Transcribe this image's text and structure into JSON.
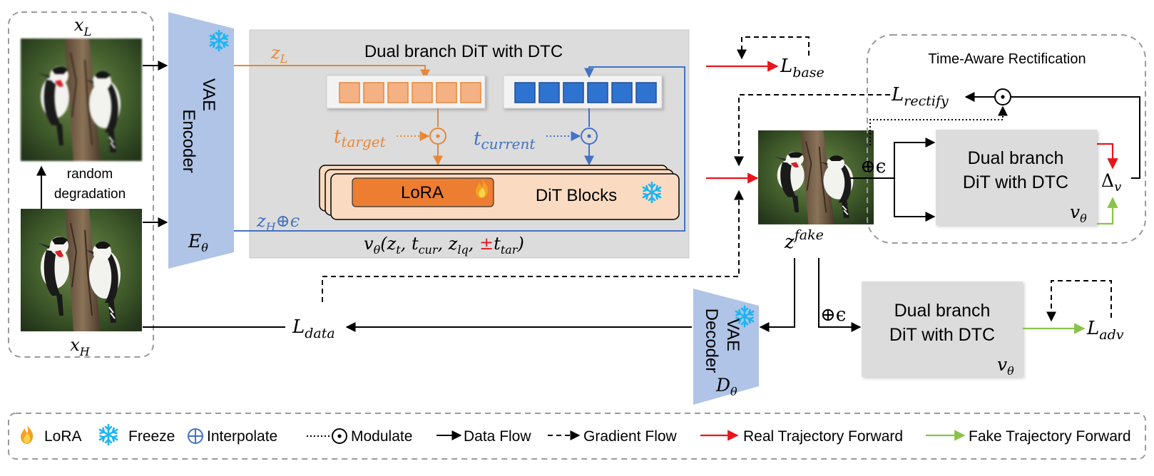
{
  "images": {
    "low_quality_label": "x",
    "low_quality_sub": "L",
    "high_quality_label": "x",
    "high_quality_sub": "H",
    "degradation_line1": "random",
    "degradation_line2": "degradation"
  },
  "encoder": {
    "line1": "VAE",
    "line2": "Encoder",
    "symbol": "E",
    "symbol_sub": "θ"
  },
  "dit_panel": {
    "title": "Dual branch DiT with DTC",
    "z_l": "z",
    "z_l_sub": "L",
    "t_target": "t",
    "t_target_sub": "target",
    "t_current": "t",
    "t_current_sub": "current",
    "lora_label": "LoRA",
    "dit_blocks_label": "DiT Blocks",
    "z_h_noise": "z",
    "z_h_sub": "H",
    "z_h_op": "⊕ϵ",
    "formula": {
      "v": "v",
      "v_sub": "θ",
      "open": "(",
      "zt": "z",
      "zt_sub": "t",
      "c1": ", ",
      "tcur": "t",
      "tcur_sub": "cur",
      "c2": ", ",
      "zlq": "z",
      "zlq_sub": "lq",
      "c3": ", ",
      "pm": "±",
      "ttar": "t",
      "ttar_sub": "tar",
      "close": ")"
    }
  },
  "losses": {
    "base": "L",
    "base_sub": "base",
    "rectify": "L",
    "rectify_sub": "rectify",
    "data": "L",
    "data_sub": "data",
    "adv": "L",
    "adv_sub": "adv"
  },
  "fake": {
    "label": "z",
    "label_sup": "fake",
    "noise_top": "⊕ϵ",
    "noise_bottom": "⊕ϵ"
  },
  "rectification": {
    "title": "Time-Aware Rectification",
    "box_line1": "Dual branch",
    "box_line2": "DiT with DTC",
    "v": "v",
    "v_sub": "θ",
    "delta": "Δ",
    "delta_sub": "v"
  },
  "decoder": {
    "line1": "VAE",
    "line2": "Decoder",
    "symbol": "D",
    "symbol_sub": "θ"
  },
  "adv_box": {
    "line1": "Dual branch",
    "line2": "DiT with DTC",
    "v": "v",
    "v_sub": "θ"
  },
  "legend": {
    "lora": "LoRA",
    "freeze": "Freeze",
    "interpolate": "Interpolate",
    "modulate": "Modulate",
    "data_flow": "Data Flow",
    "gradient_flow": "Gradient Flow",
    "real_forward": "Real Trajectory Forward",
    "fake_forward": "Fake Trajectory Forward"
  },
  "colors": {
    "orange": "#E8873A",
    "blue": "#4472C4",
    "red": "#E8161B",
    "green": "#8BC34A",
    "panel_gray": "#DCDCDC",
    "encoder_blue": "#AFC4E6",
    "cyan_snow": "#1EB4F0"
  },
  "icons": {
    "fire": "fire-icon",
    "snow": "snowflake-icon"
  }
}
